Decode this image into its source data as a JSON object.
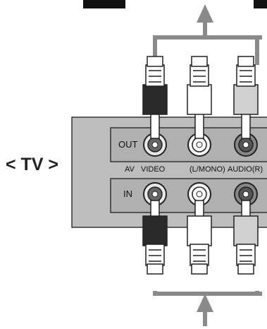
{
  "tv_label": "< TV >",
  "panel": {
    "out_label": "OUT",
    "in_label": "IN",
    "av_label": "AV",
    "jack_labels": [
      "VIDEO",
      "(L/MONO)",
      "AUDIO(R)"
    ]
  },
  "colors": {
    "panel": "#bdbdbd",
    "panel_dark": "#9a9a9a",
    "routing_line": "#8a8a8a",
    "plug_video": "#2a2a2a",
    "plug_audio_l": "#ffffff",
    "plug_audio_r": "#d0d0d0"
  },
  "icons": [
    "up-arrow-icon",
    "rca-jack-icon",
    "rca-plug-icon"
  ]
}
